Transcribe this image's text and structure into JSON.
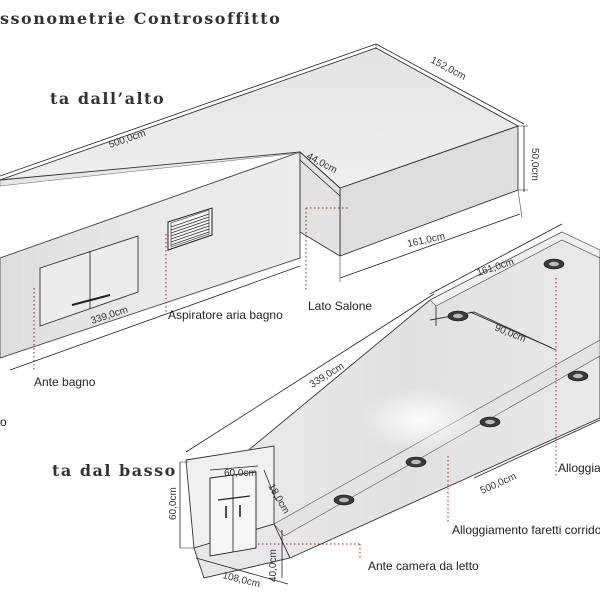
{
  "title": "ssonometrie Controsoffitto",
  "view_top": {
    "heading": "ta dall’alto",
    "dims": {
      "length": "500,0cm",
      "width": "152,0cm",
      "height": "50,0cm",
      "step": "44,0cm",
      "low_width": "161,0cm",
      "low_length": "339,0cm"
    },
    "labels": {
      "aspiratore": "Aspiratore aria bagno",
      "lato_salone": "Lato Salone",
      "ante_bagno": "Ante bagno",
      "cut_o": "o"
    }
  },
  "view_bottom": {
    "heading": "ta dal basso",
    "dims": {
      "width_top": "161,0cm",
      "inner": "90,0cm",
      "length_left": "339,0cm",
      "length_bottom": "500,0cm",
      "door_width": "60,0cm",
      "depth_a": "18,0cm",
      "height_a": "60,0cm",
      "height_b": "40,0cm",
      "base": "108,0cm"
    },
    "labels": {
      "alloggiamento_faretti": "Alloggiamento faretti corrido",
      "alloggi": "Alloggia",
      "ante_camera": "Ante camera da letto"
    }
  }
}
